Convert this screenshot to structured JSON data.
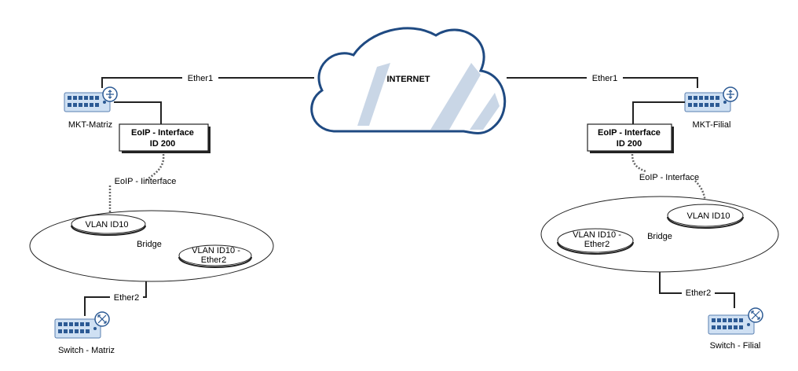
{
  "internet": {
    "label": "INTERNET"
  },
  "matriz": {
    "router_label": "MKT-Matriz",
    "wan_link": "Ether1",
    "eoip_title": "EoIP - Interface",
    "eoip_id": "ID 200",
    "eoip_link": "EoIP - Iinterface",
    "bridge_label": "Bridge",
    "vlan1": "VLAN ID10",
    "vlan2_line1": "VLAN ID10 -",
    "vlan2_line2": "Ether2",
    "lan_link": "Ether2",
    "switch_label": "Switch - Matriz"
  },
  "filial": {
    "router_label": "MKT-Filial",
    "wan_link": "Ether1",
    "eoip_title": "EoIP - Interface",
    "eoip_id": "ID 200",
    "eoip_link": "EoIP - Interface",
    "bridge_label": "Bridge",
    "vlan1": "VLAN ID10",
    "vlan2_line1": "VLAN ID10 -",
    "vlan2_line2": "Ether2",
    "lan_link": "Ether2",
    "switch_label": "Switch - Filial"
  },
  "colors": {
    "cloud_stroke": "#1f4a82",
    "cloud_fill": "#c9d6e6",
    "device_fill": "#cfe0f3",
    "device_stroke": "#5a7fb0",
    "line": "#222222"
  },
  "icons": {
    "router": "router-icon",
    "switch": "switch-icon",
    "cloud": "cloud-icon"
  }
}
